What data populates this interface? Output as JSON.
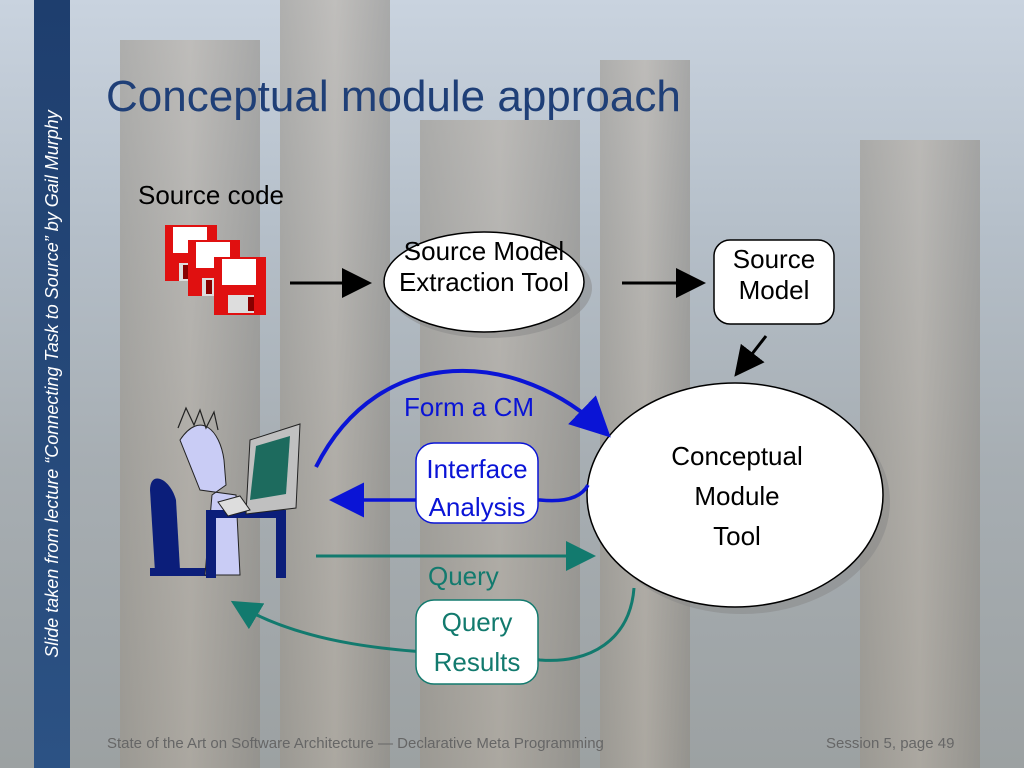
{
  "slide": {
    "title": "Conceptual module approach",
    "sidebar_text": "Slide taken from lecture “Connecting Task to Source” by Gail Murphy",
    "footer_left": "State of the Art on Software Architecture — Declarative Meta Programming",
    "footer_right": "Session 5, page 49"
  },
  "diagram": {
    "source_code_label": "Source code",
    "extraction_tool": [
      "Source Model",
      "Extraction Tool"
    ],
    "source_model": [
      "Source",
      "Model"
    ],
    "cm_tool": [
      "Conceptual",
      "Module",
      "Tool"
    ],
    "form_cm": "Form a CM",
    "interface_analysis": [
      "Interface",
      "Analysis"
    ],
    "query": "Query",
    "query_results": [
      "Query",
      "Results"
    ],
    "colors": {
      "blue_flow": "#0a14d6",
      "teal_flow": "#127a6e",
      "title": "#1f3f77",
      "sidebar": "#234677"
    }
  }
}
